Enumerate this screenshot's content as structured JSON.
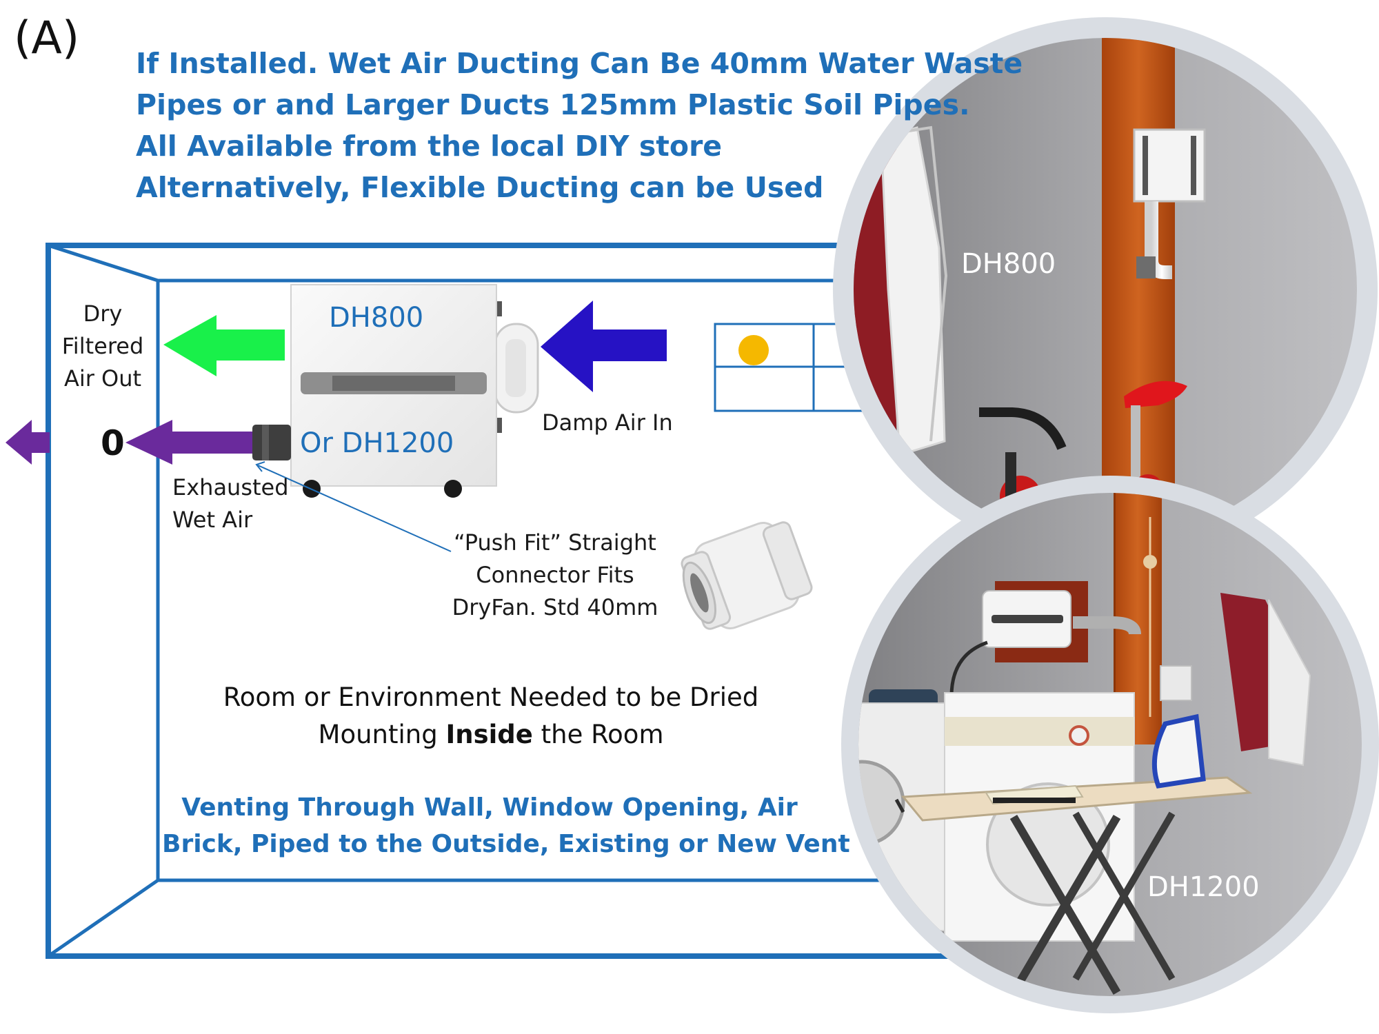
{
  "panel_label": "(A)",
  "heading_lines": [
    "If Installed.  Wet Air Ducting Can Be 40mm Water Waste",
    "Pipes or and Larger Ducts 125mm Plastic Soil Pipes.",
    "All Available from the local DIY store",
    "Alternatively, Flexible Ducting can be Used"
  ],
  "labels": {
    "dry_air": [
      "Dry",
      "Filtered",
      "Air Out"
    ],
    "damp_air": "Damp Air In",
    "exhausted": [
      "Exhausted",
      "Wet Air"
    ],
    "connector": [
      "“Push Fit” Straight",
      "Connector Fits",
      "DryFan. Std 40mm"
    ],
    "unit_top": "DH800",
    "unit_bottom": "Or DH1200",
    "exhaust_mark": "0",
    "room_line1": "Room or Environment  Needed to be Dried",
    "room_line2_pre": "Mounting ",
    "room_line2_bold": "Inside",
    "room_line2_post": " the Room",
    "venting": [
      "Venting Through Wall, Window Opening, Air",
      "Brick, Piped to the Outside,  Existing or New Vent"
    ],
    "photo_top": "DH800",
    "photo_bottom": "DH1200"
  },
  "colors": {
    "room_outline": "#1f6fb8",
    "text_blue": "#1f6fb8",
    "dry_air_arrow": "#19f04a",
    "damp_air_arrow": "#2612c4",
    "exhaust_arrow": "#6a2a9c",
    "sun": "#f5b800"
  },
  "icons": [
    "dry-air-arrow",
    "damp-air-arrow",
    "exhaust-arrow",
    "window-sun-icon",
    "push-fit-connector-icon",
    "dehumidifier-unit-icon"
  ]
}
